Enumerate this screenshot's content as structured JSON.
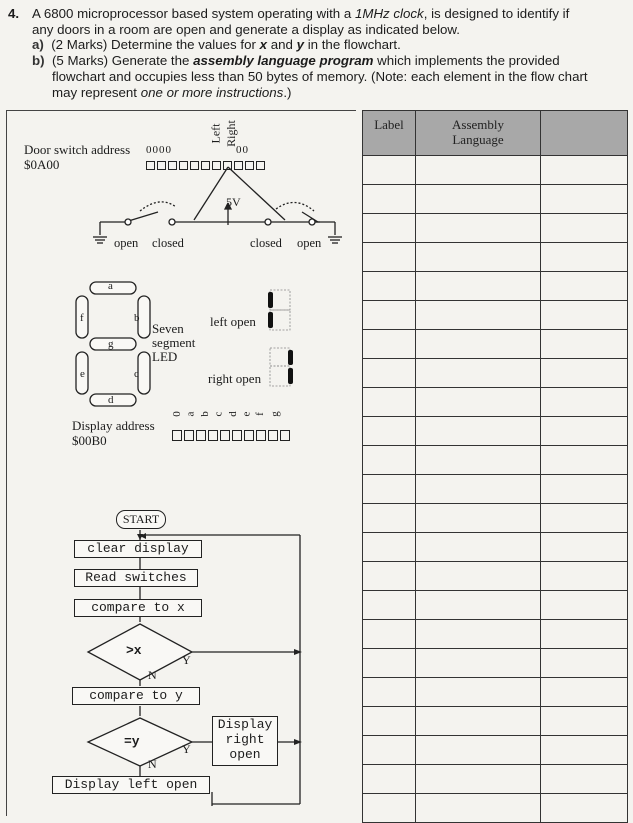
{
  "question": {
    "number": "4.",
    "stem_a": "A 6800 microprocessor based system operating with a ",
    "stem_clock": "1MHz clock",
    "stem_b": ", is designed to identify if",
    "stem_line2": "any doors in a room are open and generate a display as indicated below.",
    "part_a_label": "a)",
    "part_a": "(2 Marks) Determine the values for ",
    "part_a_x": "x",
    "part_a_and": " and ",
    "part_a_y": "y",
    "part_a_end": " in the flowchart.",
    "part_b_label": "b)",
    "part_b": "(5 Marks) Generate the ",
    "part_b_em": "assembly language program",
    "part_b_end": " which implements the provided",
    "part_b_line2": "flowchart and occupies less than 50 bytes of memory. (Note: each element in the flow chart",
    "part_b_line3a": "may represent ",
    "part_b_line3em": "one or more instructions",
    "part_b_line3b": ".)"
  },
  "diagram": {
    "door_switch_label": "Door switch address",
    "door_switch_addr": "$0A00",
    "left_label": "Left",
    "right_label": "Right",
    "v5": "5V",
    "switch_left_open": "open",
    "switch_left_closed": "closed",
    "switch_right_closed": "closed",
    "switch_right_open": "open",
    "seg_a": "a",
    "seg_b": "b",
    "seg_c": "c",
    "seg_d": "d",
    "seg_e": "e",
    "seg_f": "f",
    "seg_g": "g",
    "seven_segment_label": "Seven segment LED",
    "left_open_label": "left open",
    "right_open_label": "right open",
    "display_address_label": "Display address",
    "display_addr": "$00B0",
    "display_bit_labels": [
      "0",
      "a",
      "b",
      "c",
      "d",
      "e",
      "f",
      "g"
    ]
  },
  "flowchart": {
    "start": "START",
    "clear_display": "clear display",
    "read_switches": "Read switches",
    "compare_x": "compare to x",
    "decision_x": ">x",
    "compare_y": "compare to y",
    "decision_y": "=y",
    "display_right": "Display right open",
    "display_left": "Display left open",
    "yes": "Y",
    "no": "N"
  },
  "table": {
    "col_label": "Label",
    "col_assembly": "Assembly Language",
    "rows": 23
  }
}
